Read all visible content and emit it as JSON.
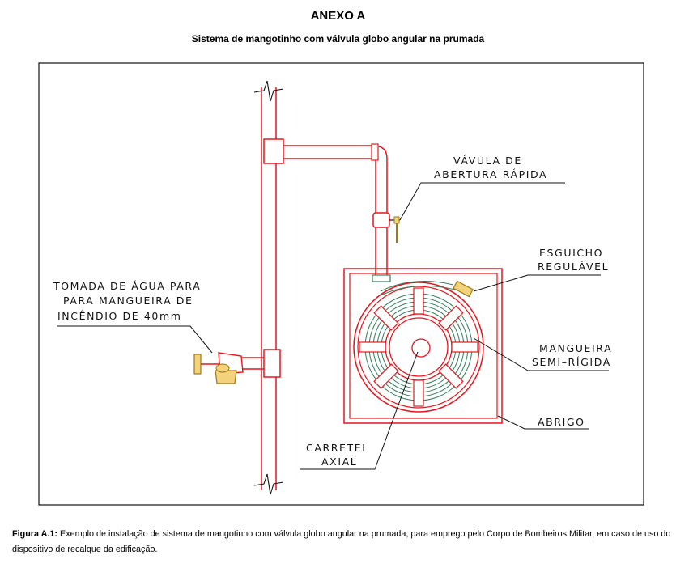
{
  "title": "ANEXO A",
  "subtitle": "Sistema de mangotinho com válvula globo angular na prumada",
  "labels": {
    "valve_1": "VÁVULA DE",
    "valve_2": "ABERTURA RÁPIDA",
    "nozzle_1": "ESGUICHO",
    "nozzle_2": "REGULÁVEL",
    "hose_1": "MANGUEIRA",
    "hose_2": "SEMI–RÍGIDA",
    "cabinet": "ABRIGO",
    "reel_1": "CARRETEL",
    "reel_2": "AXIAL",
    "outlet_1": "TOMADA DE ÁGUA PARA",
    "outlet_2": "PARA MANGUEIRA DE",
    "outlet_3": "INCÊNDIO DE 40mm"
  },
  "caption": {
    "prefix": "Figura A.1:",
    "text": " Exemplo de instalação de sistema de mangotinho com válvula globo angular na prumada, para emprego pelo Corpo de Bombeiros Militar, em caso de uso do dispositivo de recalque da edificação."
  },
  "colors": {
    "pipe": "#e8141c",
    "hose": "#2f7d5b",
    "leader": "#111111",
    "valve_fill": "#f2d27a",
    "valve_stroke": "#a07a10"
  }
}
